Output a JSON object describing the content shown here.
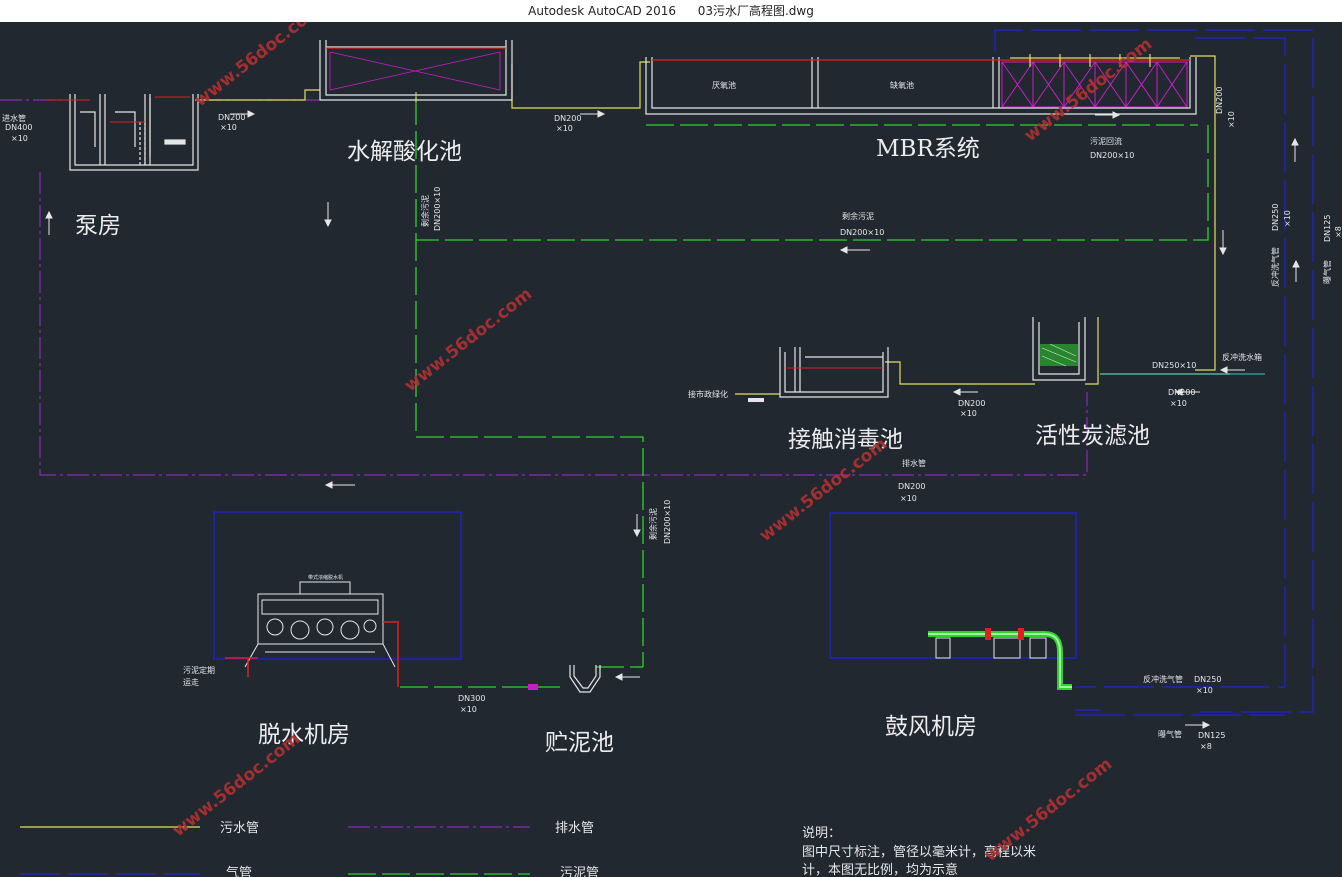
{
  "window": {
    "app": "Autodesk AutoCAD 2016",
    "file": "03污水厂高程图.dwg"
  },
  "colors": {
    "background": "#212830",
    "sewage_pipe": "#e2e05a",
    "sludge_pipe": "#2ed12e",
    "drain_pipe": "#8a2bb8",
    "air_pipe": "#1f22b8",
    "wall": "#e6e6e6",
    "water_level": "#e02020",
    "membrane": "#c820c8",
    "watermark": "#b23030"
  },
  "units": {
    "pump_house": "泵房",
    "hydrolysis_tank": "水解酸化池",
    "mbr": "MBR系统",
    "anoxic": "厌氧池",
    "aerobic": "缺氧池",
    "contact_disinfection": "接触消毒池",
    "activated_carbon": "活性炭滤池",
    "dewatering_room": "脱水机房",
    "sludge_tank": "贮泥池",
    "blower_room": "鼓风机房"
  },
  "pipe_labels": {
    "inlet": "进水管",
    "inlet_size": "DN400",
    "inlet_count": "×10",
    "p1_size": "DN200",
    "p1_count": "×10",
    "p2_size": "DN200",
    "p2_count": "×10",
    "return_sludge": "污泥回流",
    "return_size": "DN200×10",
    "excess_sludge": "剩余污泥",
    "excess_size": "DN200×10",
    "excess_v1": "剩余污泥",
    "excess_v1_size": "DN200×10",
    "excess_v2": "剩余污泥",
    "excess_v2_size": "DN200×10",
    "dn200_v": "DN200",
    "dn200_v_count": "×10",
    "backwash_water": "反冲洗水箱",
    "dn250": "DN250×10",
    "to_carbon_size": "DN200",
    "to_carbon_count": "×10",
    "dis_size": "DN200",
    "dis_count": "×10",
    "outlet": "接市政绿化",
    "drain": "排水管",
    "drain_size": "DN200",
    "drain_count": "×10",
    "sludge_transport_1": "污泥定期",
    "sludge_transport_2": "运走",
    "dn300": "DN300",
    "dn300_count": "×10",
    "backwash_air": "反冲洗气管",
    "backwash_air_size": "DN250",
    "backwash_air_count": "×10",
    "aeration": "曝气管",
    "aeration_size": "DN125",
    "aeration_count": "×8",
    "right_v1": "反冲洗气管",
    "right_v1_size": "DN250",
    "right_v1_count": "×10",
    "right_v2": "曝气管",
    "right_v2_size": "DN125",
    "right_v2_count": "×8",
    "press_title": "带式浓缩脱水机"
  },
  "legend": {
    "sewage": "污水管",
    "drain": "排水管",
    "air": "气管",
    "sludge": "污泥管"
  },
  "notes": {
    "title": "说明：",
    "line1": "图中尺寸标注，管径以毫米计，高程以米",
    "line2": "计，本图无比例，均为示意"
  },
  "watermark": "www.56doc.com"
}
